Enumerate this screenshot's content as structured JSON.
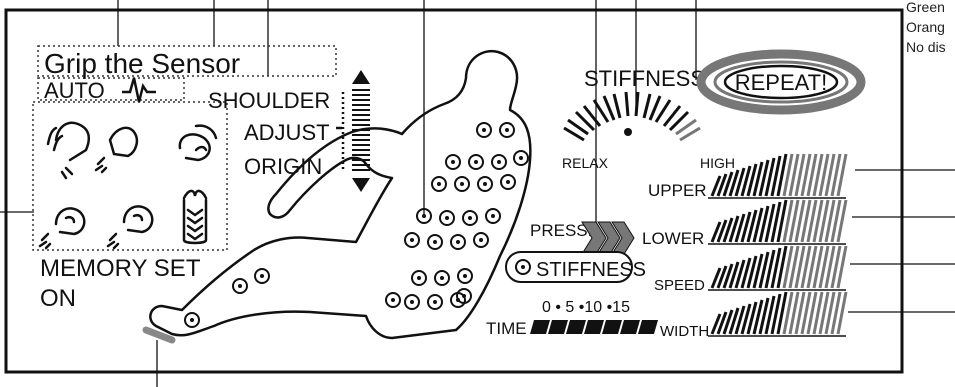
{
  "panel": {
    "grip_sensor": "Grip the Sensor",
    "auto": "AUTO",
    "shoulder": "SHOULDER",
    "adjust": "ADJUST",
    "origin": "ORIGIN",
    "memory_set": "MEMORY SET",
    "on": "ON",
    "stiffness_label": "STIFFNESS",
    "repeat": "REPEAT!",
    "relax": "RELAX",
    "high": "HIGH",
    "press": "PRESS.",
    "stiffness_button": "STIFFNESS",
    "upper": "UPPER",
    "lower": "LOWER",
    "speed": "SPEED",
    "width": "WIDTH",
    "time": "TIME",
    "time_scale": "0 • 5 •10 •15"
  },
  "legend_notes": [
    "Green",
    "Orang",
    "No dis"
  ],
  "colors": {
    "segment_on": "#111111",
    "segment_dim": "#777777",
    "sensor": "#888888"
  }
}
